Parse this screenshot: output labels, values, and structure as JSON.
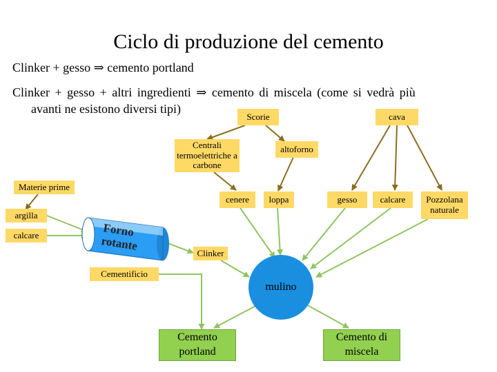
{
  "slide": {
    "title": "Ciclo di produzione del cemento",
    "line1": "Clinker + gesso ⇒ cemento portland",
    "line2": "Clinker + gesso + altri ingredienti ⇒ cemento di miscela (come si vedrà più",
    "line3": "avanti ne esistono diversi tipi)"
  },
  "diagram": {
    "scorie": "Scorie",
    "cava": "cava",
    "centrali": "Centrali termoelettriche a carbone",
    "altoforno": "altoforno",
    "materie_prime": "Materie prime",
    "cenere": "cenere",
    "loppa": "loppa",
    "gesso": "gesso",
    "calcare_right": "calcare",
    "pozzolana": "Pozzolana naturale",
    "argilla": "argilla",
    "calcare_left": "calcare",
    "forno_line1": "Forno",
    "forno_line2": "rotante",
    "clinker": "Clinker",
    "cementificio": "Cementificio",
    "mulino": "mulino",
    "cemento_portland": "Cemento portland",
    "cemento_miscela": "Cemento di miscela"
  },
  "colors": {
    "yellow_box": "#ffd966",
    "green_box": "#92d050",
    "arrow_brown": "#8b6d1e",
    "arrow_green": "#8fc460",
    "mulino_blue": "#1a8fe0",
    "forno_cylinder": "#2b9df4"
  }
}
